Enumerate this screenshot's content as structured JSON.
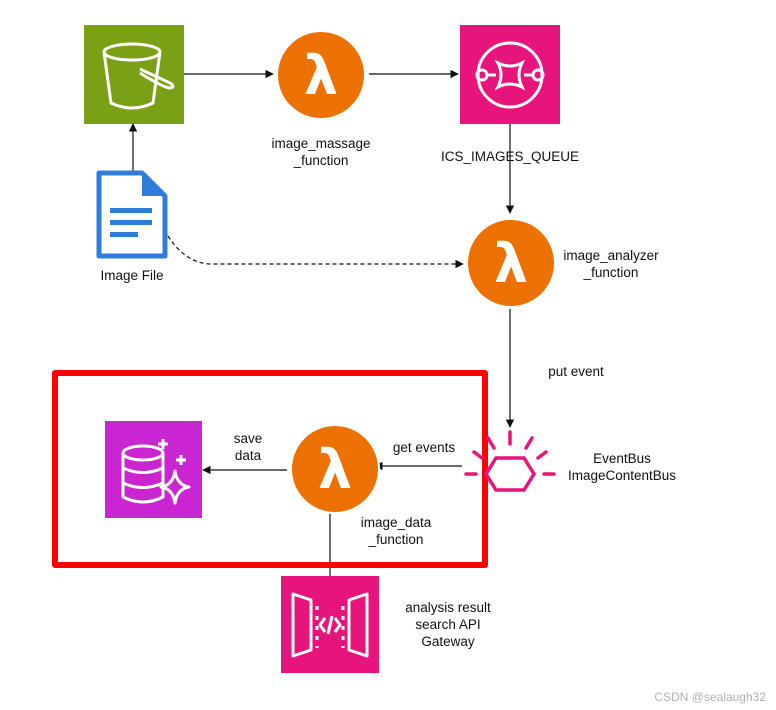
{
  "nodes": {
    "s3_bucket": {
      "icon": "s3-bucket-icon",
      "color": "#7AA116"
    },
    "image_file": {
      "icon": "document-icon",
      "color": "#2E7DDA",
      "label": "Image File"
    },
    "image_massage_function": {
      "icon": "lambda-icon",
      "color": "#ED7100",
      "label_lines": [
        "image_massage",
        "_function"
      ]
    },
    "ics_images_queue": {
      "icon": "sqs-queue-icon",
      "color": "#E7157B",
      "label": "ICS_IMAGES_QUEUE"
    },
    "image_analyzer_function": {
      "icon": "lambda-icon",
      "color": "#ED7100",
      "label_lines": [
        "image_analyzer",
        "_function"
      ]
    },
    "eventbus": {
      "icon": "eventbridge-icon",
      "color": "#E7157B",
      "label_lines": [
        "EventBus",
        "ImageContentBus"
      ]
    },
    "image_data_function": {
      "icon": "lambda-icon",
      "color": "#ED7100",
      "label_lines": [
        "image_data",
        "_function"
      ]
    },
    "database": {
      "icon": "database-sparkle-icon",
      "color": "#C925D1"
    },
    "api_gateway": {
      "icon": "api-gateway-icon",
      "color": "#E7157B",
      "label_lines": [
        "analysis result",
        "search API",
        "Gateway"
      ]
    }
  },
  "edges": {
    "put_event": "put event",
    "get_events": "get events",
    "save_data_lines": [
      "save",
      "data"
    ]
  },
  "highlight_color": "#FF0000",
  "watermark": "CSDN @sealaugh32"
}
